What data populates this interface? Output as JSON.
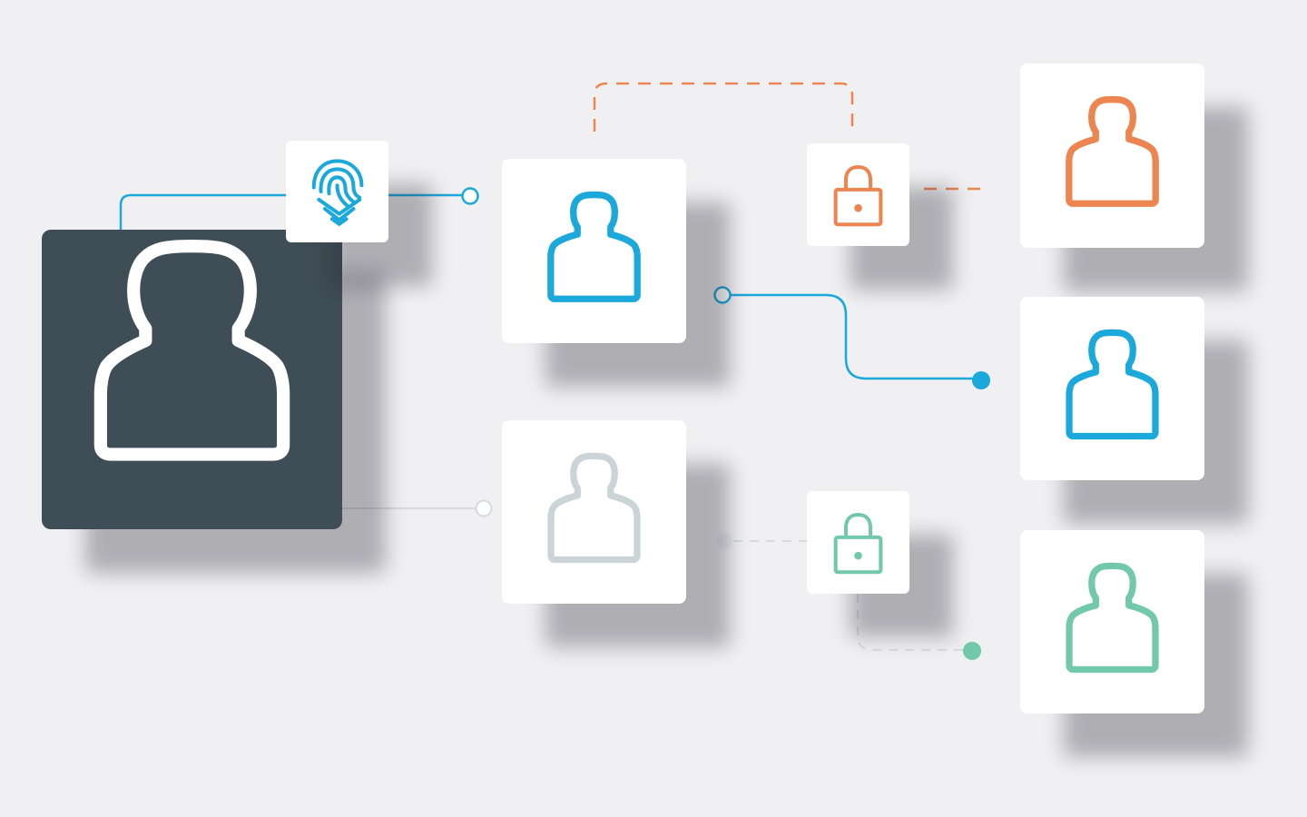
{
  "colors": {
    "background": "#f0f0f3",
    "dark_card": "#3f4d56",
    "card": "#ffffff",
    "blue": "#1ba8db",
    "orange": "#ec8550",
    "green": "#72c9a9",
    "gray": "#cbd4d6",
    "gray_line": "#d6dbde"
  },
  "nodes": [
    {
      "id": "main-user",
      "icon": "user-icon",
      "color": "#ffffff",
      "style": "dark"
    },
    {
      "id": "fingerprint",
      "icon": "fingerprint-icon",
      "color": "#1ba8db",
      "style": "light"
    },
    {
      "id": "user-blue-mid",
      "icon": "user-icon",
      "color": "#1ba8db",
      "style": "light"
    },
    {
      "id": "user-gray-mid",
      "icon": "user-icon",
      "color": "#cbd4d6",
      "style": "light"
    },
    {
      "id": "lock-orange",
      "icon": "lock-icon",
      "color": "#ec8550",
      "style": "light"
    },
    {
      "id": "lock-green",
      "icon": "lock-icon",
      "color": "#72c9a9",
      "style": "light"
    },
    {
      "id": "user-orange",
      "icon": "user-icon",
      "color": "#ec8550",
      "style": "light"
    },
    {
      "id": "user-blue-right",
      "icon": "user-icon",
      "color": "#1ba8db",
      "style": "light"
    },
    {
      "id": "user-green-right",
      "icon": "user-icon",
      "color": "#72c9a9",
      "style": "light"
    }
  ],
  "connections": [
    {
      "from": "main-user",
      "to": "fingerprint",
      "style": "solid",
      "color": "#1ba8db"
    },
    {
      "from": "fingerprint",
      "to": "user-blue-mid",
      "style": "solid",
      "color": "#1ba8db"
    },
    {
      "from": "user-blue-mid",
      "to": "user-blue-right",
      "style": "solid",
      "color": "#1ba8db"
    },
    {
      "from": "user-blue-mid",
      "to": "lock-orange",
      "style": "dashed",
      "color": "#ec8550"
    },
    {
      "from": "lock-orange",
      "to": "user-orange",
      "style": "dashed",
      "color": "#ec8550"
    },
    {
      "from": "main-user",
      "to": "user-gray-mid",
      "style": "solid",
      "color": "#d6dbde"
    },
    {
      "from": "user-gray-mid",
      "to": "lock-green",
      "style": "dashed",
      "color": "#d6dbde"
    },
    {
      "from": "lock-green",
      "to": "user-green-right",
      "style": "dashed",
      "color": "#d6dbde"
    }
  ]
}
